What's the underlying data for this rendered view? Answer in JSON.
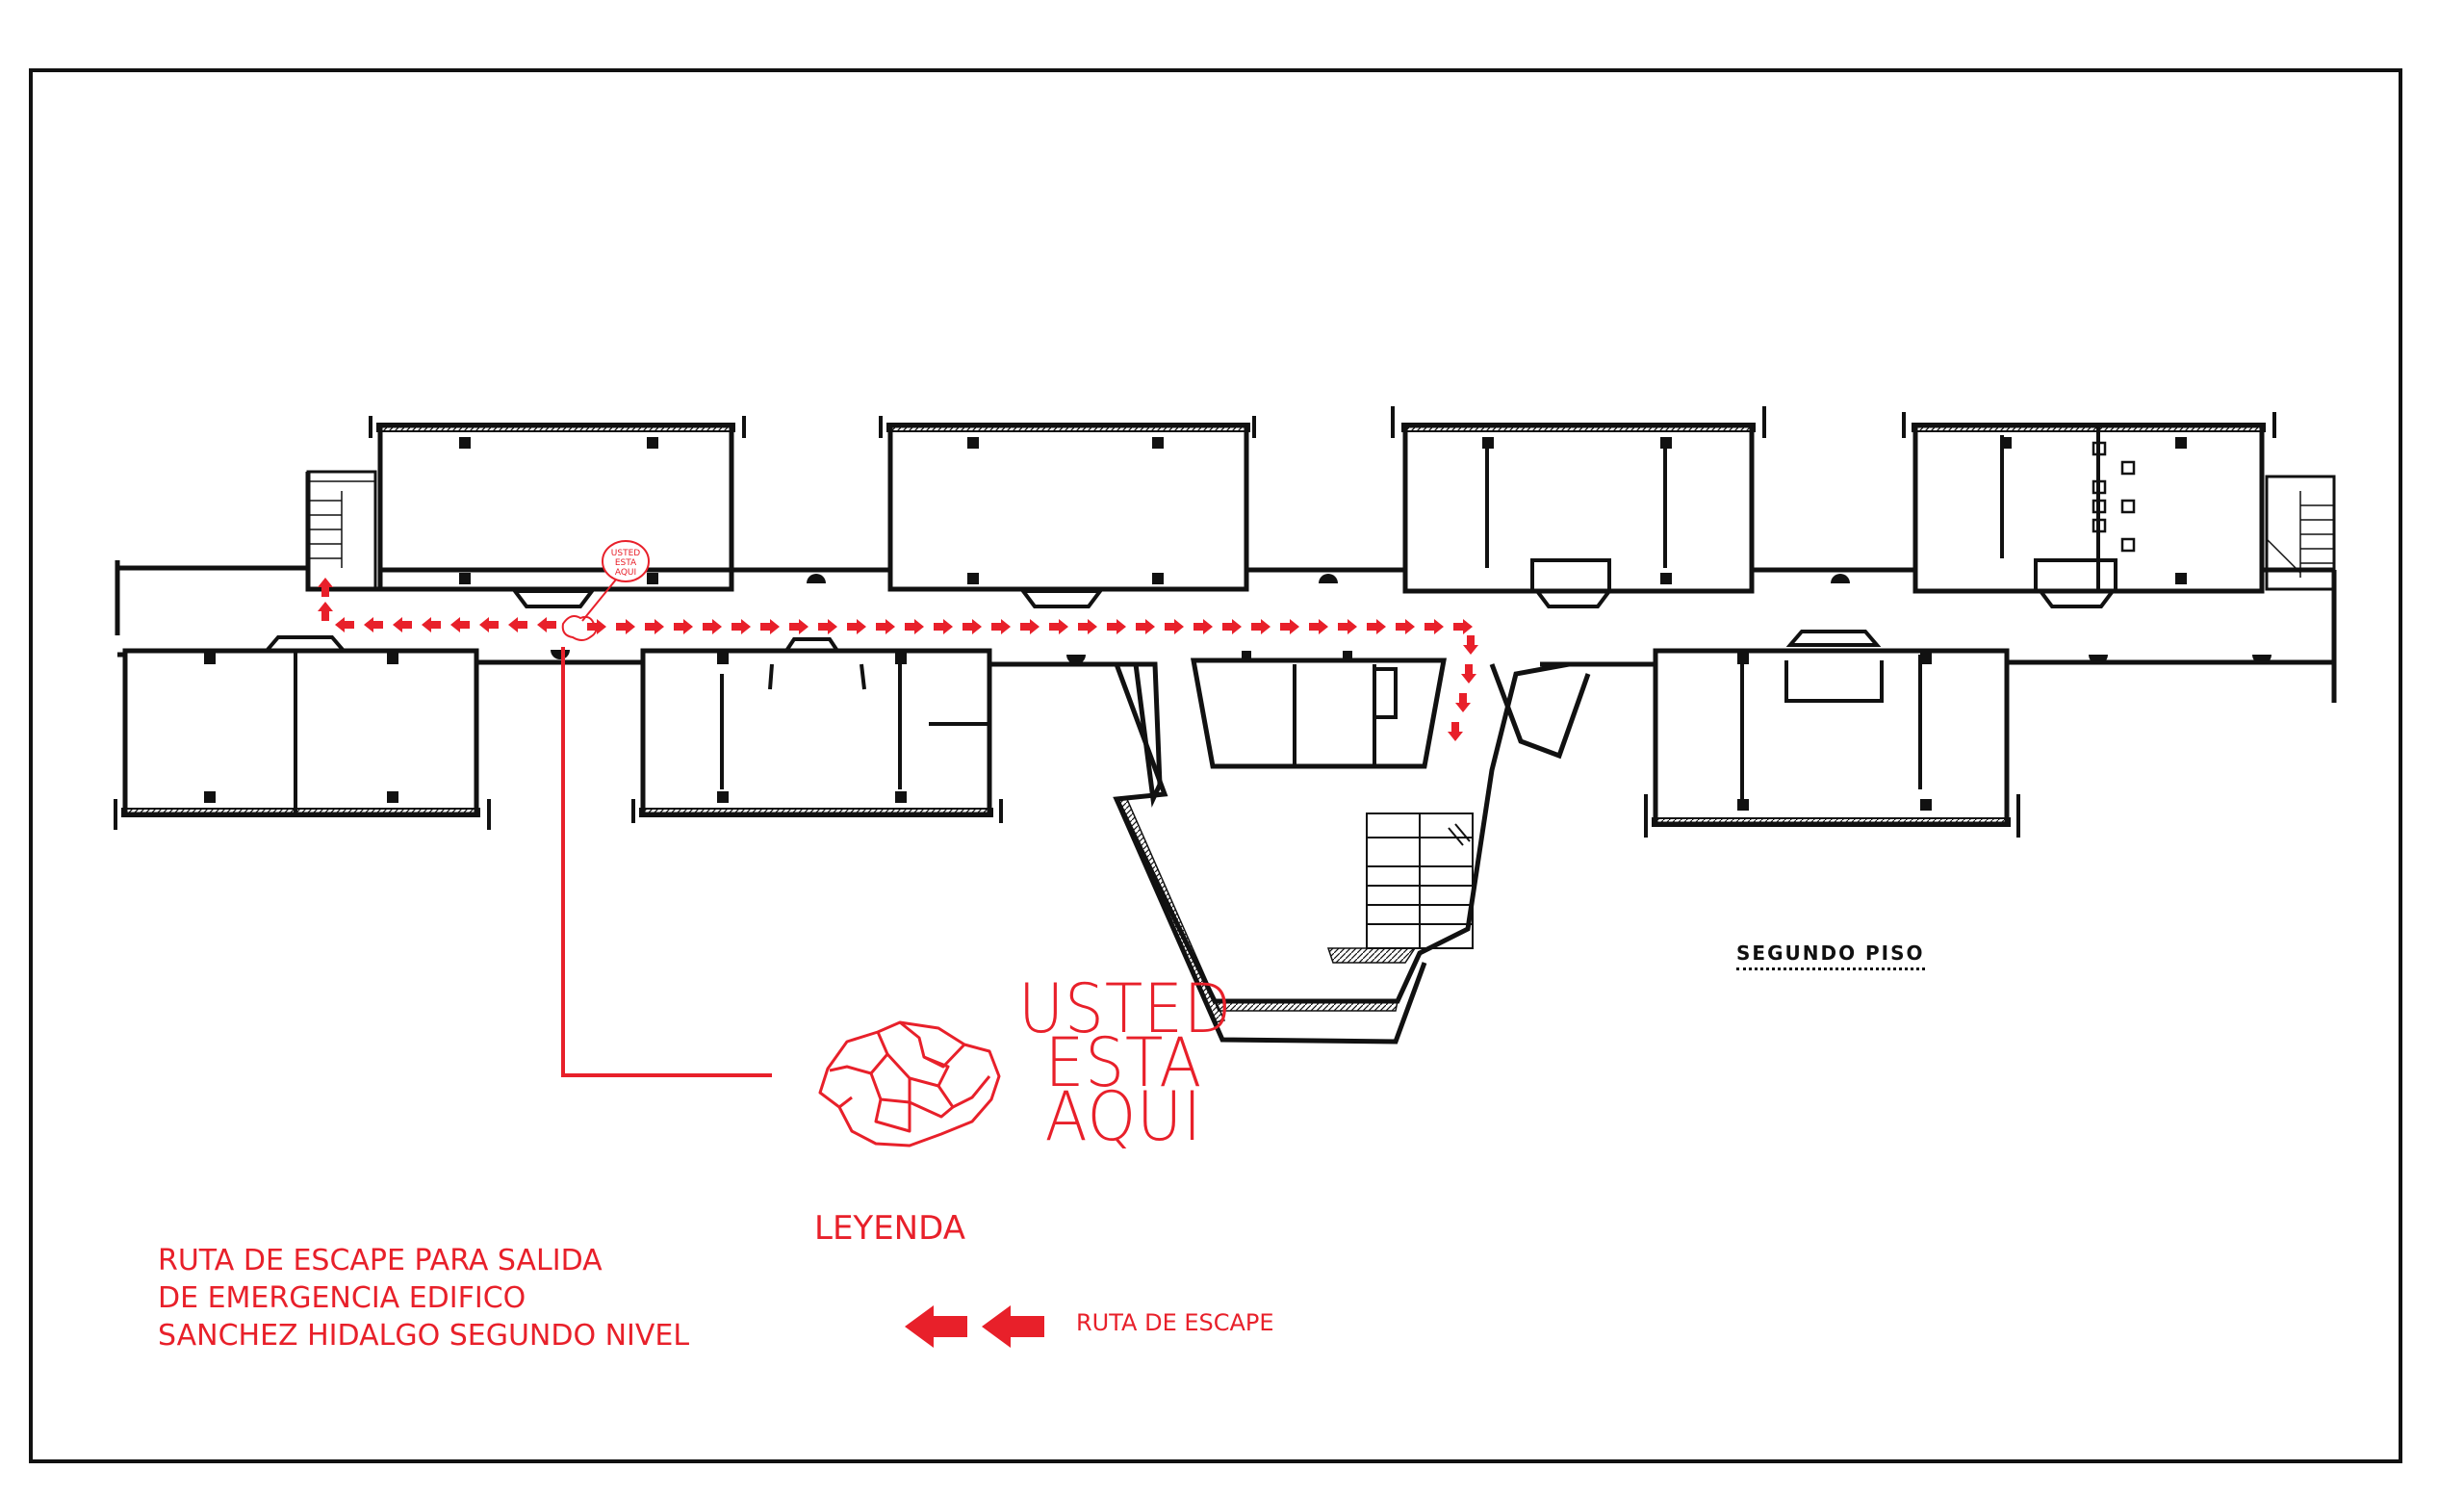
{
  "map": {
    "floor_label": "SEGUNDO PISO",
    "marker_small_text": [
      "USTED",
      "ESTA",
      "AQUI"
    ],
    "you_are_here": [
      "USTED",
      "ESTA",
      "AQUI"
    ],
    "legend_title": "LEYENDA",
    "route_description": [
      "RUTA DE ESCAPE PARA SALIDA",
      "DE EMERGENCIA EDIFICO",
      "SANCHEZ HIDALGO SEGUNDO NIVEL"
    ],
    "legend_escape_label": "RUTA DE ESCAPE",
    "route_color": "#e8202a",
    "wall_color": "#111111"
  }
}
